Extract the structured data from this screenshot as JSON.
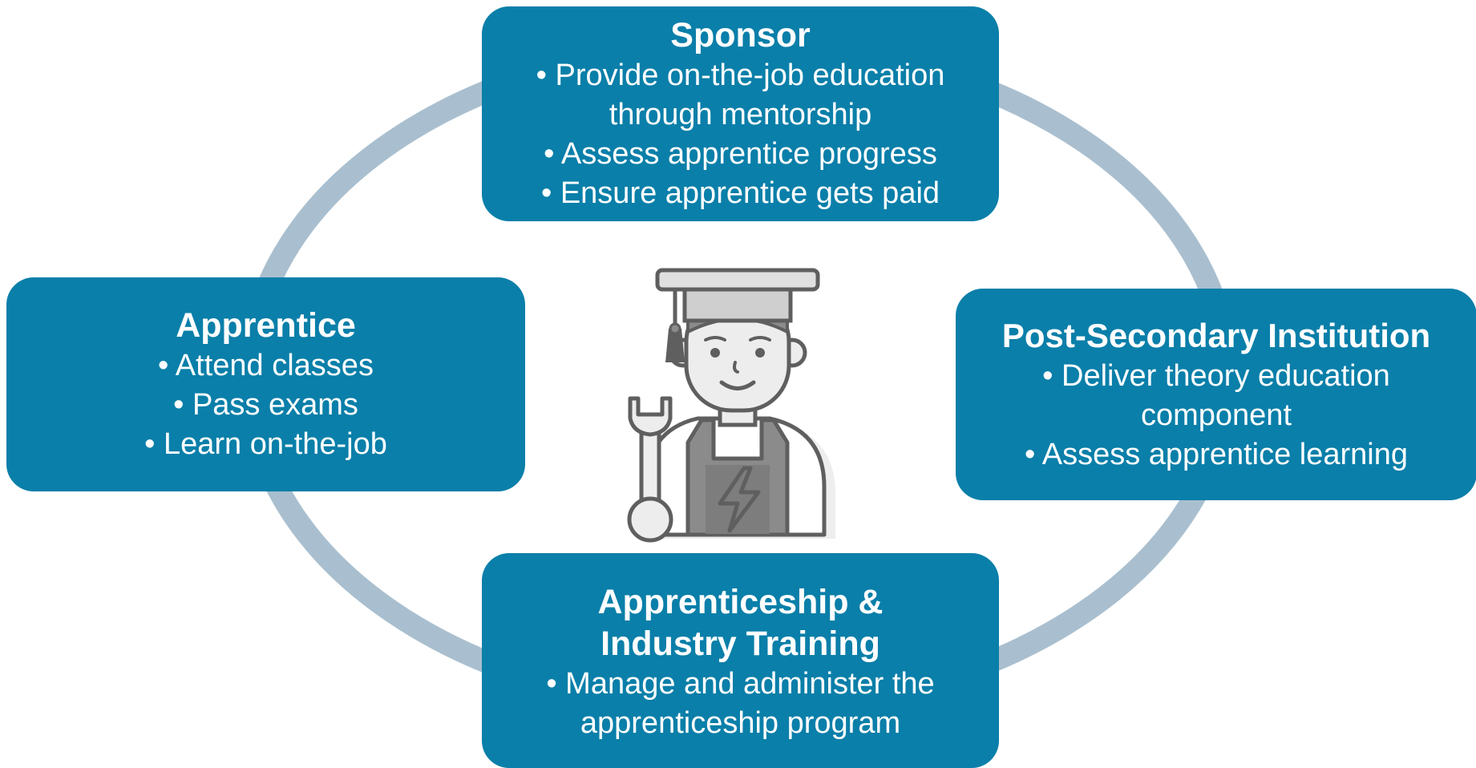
{
  "colors": {
    "box_fill": "#0a7fa9",
    "box_text": "#ffffff",
    "ring": "#a9bfcf"
  },
  "roles": {
    "sponsor": {
      "title": "Sponsor",
      "lines": [
        "• Provide on-the-job education",
        "through mentorship",
        "• Assess apprentice progress",
        "• Ensure apprentice gets paid"
      ]
    },
    "apprentice": {
      "title": "Apprentice",
      "lines": [
        "• Attend classes",
        "• Pass exams",
        "• Learn on-the-job"
      ]
    },
    "post_secondary": {
      "title": "Post-Secondary Institution",
      "lines": [
        "• Deliver theory education",
        "component",
        "• Assess apprentice learning"
      ]
    },
    "ait": {
      "title_line1": "Apprenticeship &",
      "title_line2": "Industry Training",
      "lines": [
        "• Manage and administer the",
        "apprenticeship program"
      ]
    }
  },
  "center_icon": "electrician-apprentice-graduate-icon"
}
